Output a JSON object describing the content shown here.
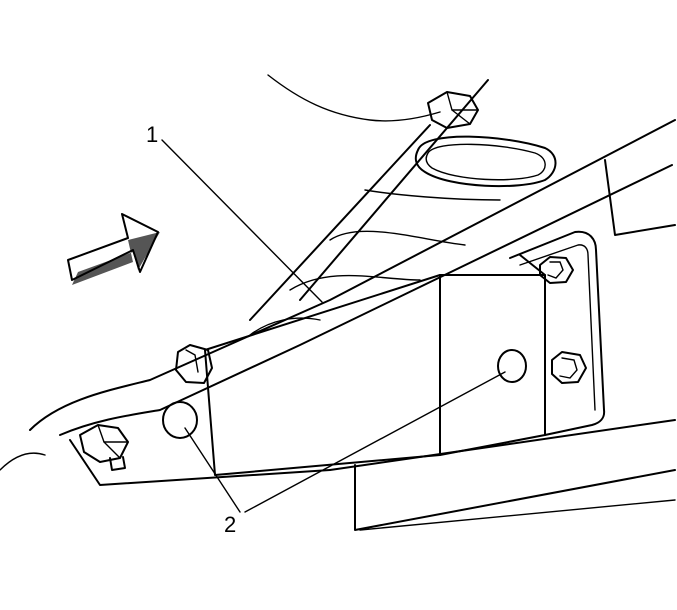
{
  "callouts": [
    {
      "id": "bracket",
      "label": "1"
    },
    {
      "id": "holes",
      "label": "2"
    }
  ],
  "icons": {
    "direction_arrow": "forward-arrow-icon"
  },
  "colors": {
    "line": "#000000",
    "background": "#ffffff",
    "arrow_shadow": "#555555"
  }
}
